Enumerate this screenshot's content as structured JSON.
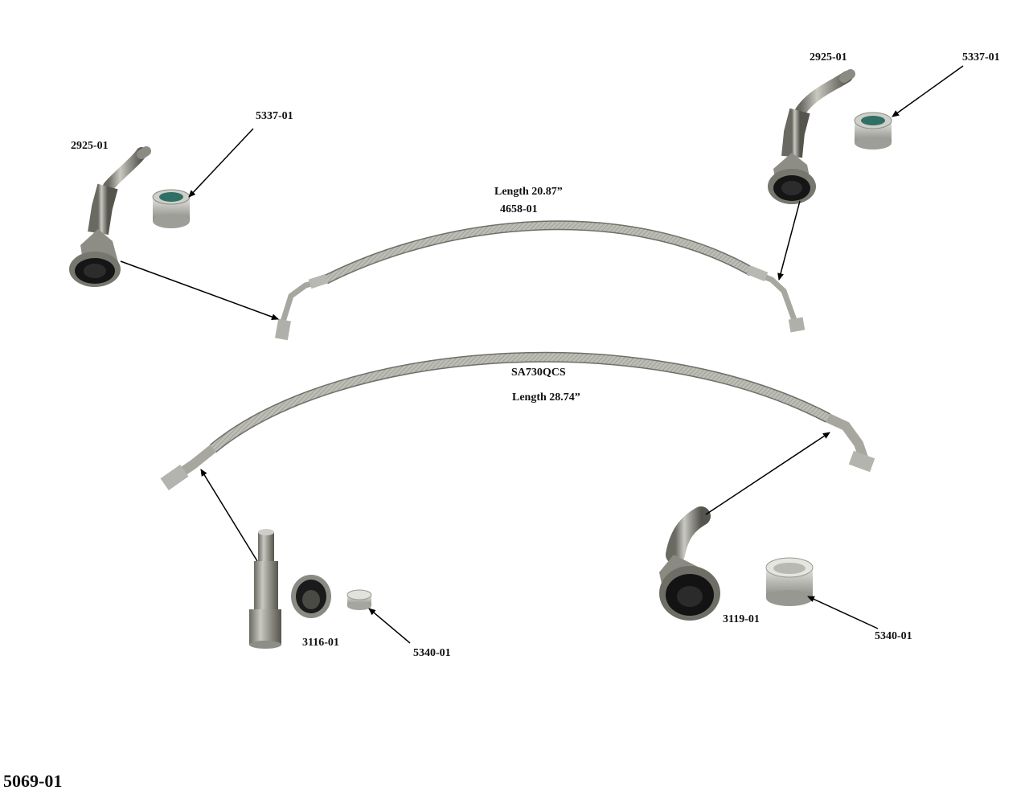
{
  "labels": {
    "left_elbow": "2925-01",
    "left_ferrule": "5337-01",
    "right_elbow": "2925-01",
    "right_ferrule": "5337-01",
    "short_hose_length": "Length 20.87”",
    "short_hose_part": "4658-01",
    "long_hose_part": "SA730QCS",
    "long_hose_length": "Length 28.74”",
    "straight_fitting": "3116-01",
    "straight_ferrule": "5340-01",
    "elbow_fitting": "3119-01",
    "elbow_ferrule": "5340-01",
    "kit_number": "5069-01"
  },
  "icons": [
    "elbow-fitting-icon",
    "ferrule-icon",
    "braided-hose-icon",
    "straight-fitting-icon",
    "arrow-icon"
  ],
  "colors": {
    "steel": "#a9a9a3",
    "steel_dark": "#5e5e58",
    "bore": "#151515",
    "arrow": "#000000"
  }
}
